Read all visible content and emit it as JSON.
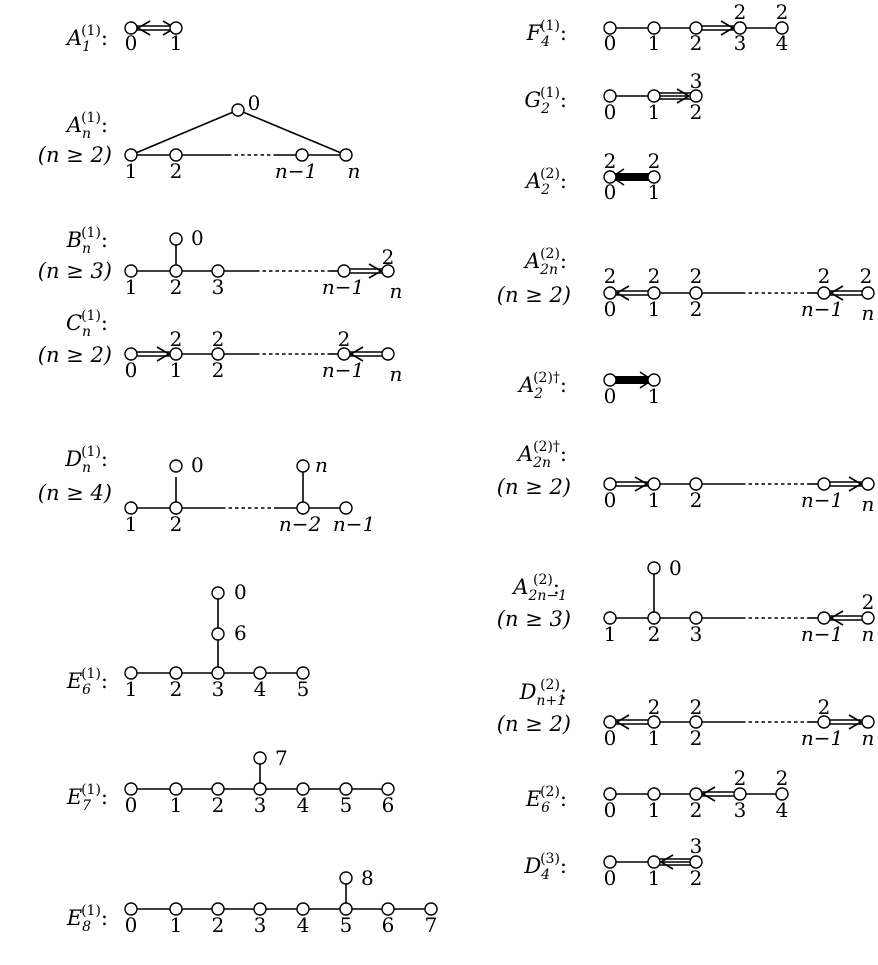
{
  "diagrams": [
    {
      "id": "A1",
      "label": {
        "letter": "A",
        "sub": "1",
        "sup": "(1)",
        "cond": ""
      }
    },
    {
      "id": "An",
      "label": {
        "letter": "A",
        "sub": "n",
        "sup": "(1)",
        "cond": "(n ≥ 2)"
      }
    },
    {
      "id": "Bn",
      "label": {
        "letter": "B",
        "sub": "n",
        "sup": "(1)",
        "cond": "(n ≥ 3)"
      }
    },
    {
      "id": "Cn",
      "label": {
        "letter": "C",
        "sub": "n",
        "sup": "(1)",
        "cond": "(n ≥ 2)"
      }
    },
    {
      "id": "Dn",
      "label": {
        "letter": "D",
        "sub": "n",
        "sup": "(1)",
        "cond": "(n ≥ 4)"
      }
    },
    {
      "id": "E6",
      "label": {
        "letter": "E",
        "sub": "6",
        "sup": "(1)",
        "cond": ""
      }
    },
    {
      "id": "E7",
      "label": {
        "letter": "E",
        "sub": "7",
        "sup": "(1)",
        "cond": ""
      }
    },
    {
      "id": "E8",
      "label": {
        "letter": "E",
        "sub": "8",
        "sup": "(1)",
        "cond": ""
      }
    },
    {
      "id": "F4",
      "label": {
        "letter": "F",
        "sub": "4",
        "sup": "(1)",
        "cond": ""
      }
    },
    {
      "id": "G2",
      "label": {
        "letter": "G",
        "sub": "2",
        "sup": "(1)",
        "cond": ""
      }
    },
    {
      "id": "A2_2",
      "label": {
        "letter": "A",
        "sub": "2",
        "sup": "(2)",
        "cond": ""
      }
    },
    {
      "id": "A2n_2",
      "label": {
        "letter": "A",
        "sub": "2n",
        "sup": "(2)",
        "cond": "(n ≥ 2)"
      }
    },
    {
      "id": "A2_2d",
      "label": {
        "letter": "A",
        "sub": "2",
        "sup": "(2)†",
        "cond": ""
      }
    },
    {
      "id": "A2n_2d",
      "label": {
        "letter": "A",
        "sub": "2n",
        "sup": "(2)†",
        "cond": "(n ≥ 2)"
      }
    },
    {
      "id": "A2n1_2",
      "label": {
        "letter": "A",
        "sub": "2n−1",
        "sup": "(2)",
        "cond": "(n ≥ 3)"
      }
    },
    {
      "id": "Dn1_2",
      "label": {
        "letter": "D",
        "sub": "n+1",
        "sup": "(2)",
        "cond": "(n ≥ 2)"
      }
    },
    {
      "id": "E6_2",
      "label": {
        "letter": "E",
        "sub": "6",
        "sup": "(2)",
        "cond": ""
      }
    },
    {
      "id": "D4_3",
      "label": {
        "letter": "D",
        "sub": "4",
        "sup": "(3)",
        "cond": ""
      }
    }
  ],
  "node_labels": {
    "A1": [
      "0",
      "1"
    ],
    "An": [
      "0",
      "1",
      "2",
      "n−1",
      "n"
    ],
    "Bn": [
      "0",
      "1",
      "2",
      "3",
      "n−1",
      "n",
      "2"
    ],
    "Cn": [
      "0",
      "1",
      "2",
      "n−1",
      "n",
      "2",
      "2",
      "2"
    ],
    "Dn": [
      "0",
      "1",
      "2",
      "n−2",
      "n−1",
      "n"
    ],
    "E6": [
      "0",
      "6",
      "1",
      "2",
      "3",
      "4",
      "5"
    ],
    "E7": [
      "7",
      "0",
      "1",
      "2",
      "3",
      "4",
      "5",
      "6"
    ],
    "E8": [
      "8",
      "0",
      "1",
      "2",
      "3",
      "4",
      "5",
      "6",
      "7"
    ],
    "F4": [
      "0",
      "1",
      "2",
      "3",
      "4",
      "2",
      "2"
    ],
    "G2": [
      "0",
      "1",
      "2",
      "3"
    ],
    "A2_2": [
      "0",
      "1",
      "2",
      "2"
    ],
    "A2n_2": [
      "0",
      "1",
      "2",
      "n−1",
      "n",
      "2",
      "2",
      "2",
      "2",
      "2"
    ],
    "A2_2d": [
      "0",
      "1"
    ],
    "A2n_2d": [
      "0",
      "1",
      "2",
      "n−1",
      "n"
    ],
    "A2n1_2": [
      "0",
      "1",
      "2",
      "3",
      "n−1",
      "n",
      "2"
    ],
    "Dn1_2": [
      "0",
      "1",
      "2",
      "n−1",
      "n",
      "2",
      "2",
      "2"
    ],
    "E6_2": [
      "0",
      "1",
      "2",
      "3",
      "4",
      "2",
      "2"
    ],
    "D4_3": [
      "0",
      "1",
      "2",
      "3"
    ]
  }
}
